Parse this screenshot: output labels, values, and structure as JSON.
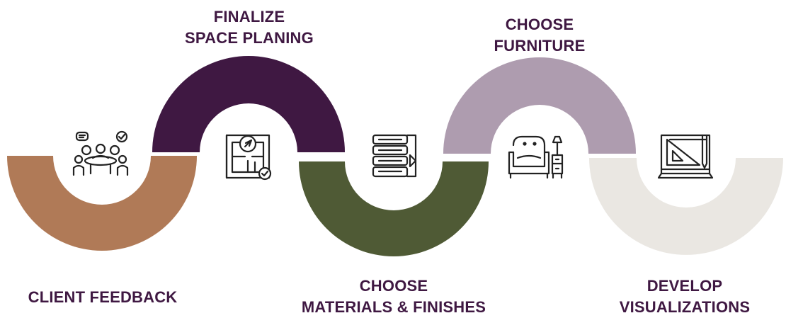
{
  "steps": [
    {
      "id": "client-feedback",
      "label": [
        "CLIENT FEEDBACK"
      ],
      "color": "#b07a57",
      "icon": "meeting-icon"
    },
    {
      "id": "space-planning",
      "label": [
        "FINALIZE",
        "SPACE PLANING"
      ],
      "color": "#3f1842",
      "icon": "floor-plan-icon"
    },
    {
      "id": "materials",
      "label": [
        "CHOOSE",
        "MATERIALS & FINISHES"
      ],
      "color": "#4f5a35",
      "icon": "fabric-samples-icon"
    },
    {
      "id": "furniture",
      "label": [
        "CHOOSE",
        "FURNITURE"
      ],
      "color": "#ae9caf",
      "icon": "armchair-icon"
    },
    {
      "id": "visualizations",
      "label": [
        "DEVELOP",
        "VISUALIZATIONS"
      ],
      "color": "#eae7e2",
      "icon": "drafting-icon"
    }
  ],
  "text_color": "#3f1842",
  "icon_color": "#222222"
}
